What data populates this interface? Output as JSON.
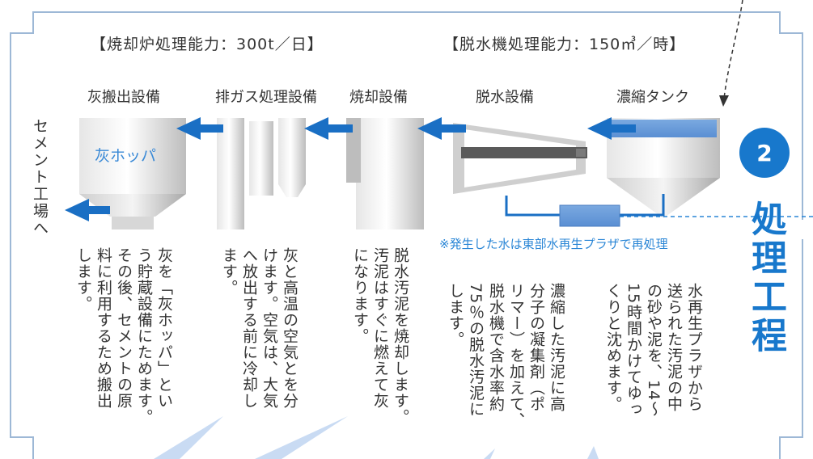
{
  "capacity": {
    "incinerator": "【焼却炉処理能力：300t／日】",
    "dewatering": "【脱水機処理能力：150㎥／時】"
  },
  "facilities": {
    "ash": "灰搬出設備",
    "exhaust": "排ガス処理設備",
    "incineration": "焼却設備",
    "dewatering": "脱水設備",
    "thickening": "濃縮タンク"
  },
  "hopper_label": "灰ホッパ",
  "destination": "セメント工場へ",
  "note": "※発生した水は東部水再生プラザで再処理",
  "step": {
    "number": "2",
    "title": "処理工程"
  },
  "descriptions": {
    "ash": "灰を「灰ホッパ」とい\nう貯蔵設備にためます。\nその後、セメントの原\n料に利用するため搬出\nします。",
    "exhaust": "灰と高温の空気とを分\nけます。空気は、大気\nへ放出する前に冷却し\nます。",
    "incineration": "脱水汚泥を焼却します。\n汚泥はすぐに燃えて灰\nになります。",
    "dewatering": "濃縮した汚泥に高\n分子の凝集剤（ポ\nリマー）を加えて、\n脱水機で含水率約\n75％の脱水汚泥に\nします。",
    "thickening": "水再生プラザから\n送られた汚泥の中\nの砂や泥を、14～\n15時間かけてゆっ\nくりと沈めます。"
  },
  "colors": {
    "accent": "#1878cc",
    "arrow": "#1a6fc4",
    "frame": "#9db8d6"
  }
}
